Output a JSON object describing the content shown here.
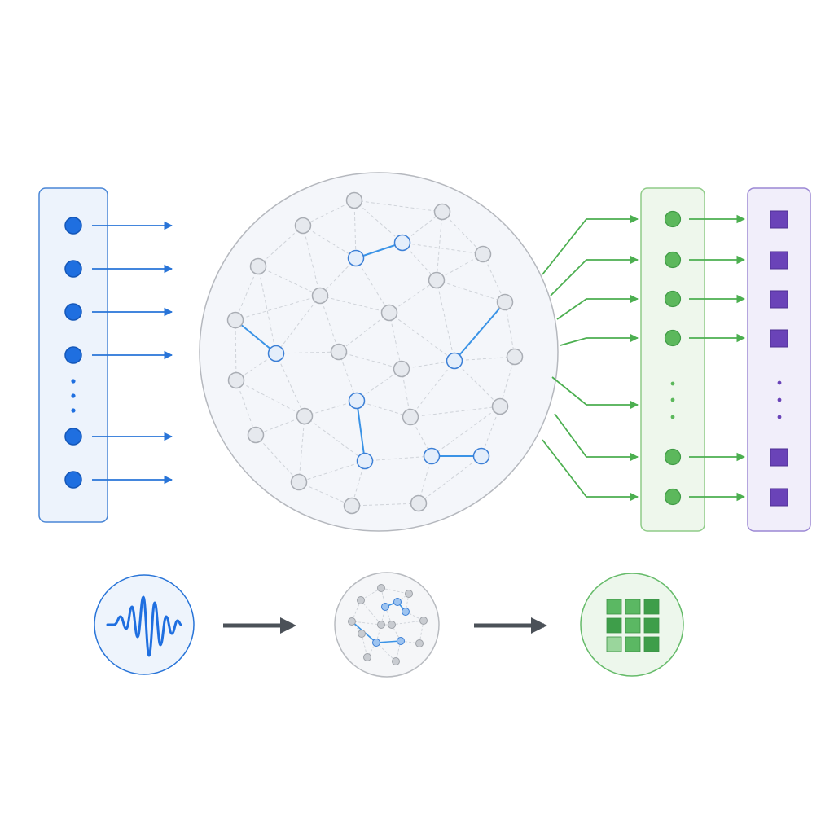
{
  "colors": {
    "background": "#ffffff",
    "input_panel_fill": "#edf3fc",
    "input_panel_stroke": "#4a86d6",
    "input_node": "#1f6fe0",
    "input_node_stroke": "#1557b8",
    "input_arrow": "#2874d8",
    "reservoir_fill": "#f4f6fa",
    "reservoir_stroke": "#b5b8be",
    "reservoir_node_fill": "#e6e9ee",
    "reservoir_node_stroke": "#a9adb4",
    "reservoir_edge": "#cfd3d9",
    "active_node_fill": "#e4eefb",
    "active_node_stroke": "#3b7fd6",
    "active_edge": "#3a93e6",
    "readout_panel_fill": "#eef7ec",
    "readout_panel_stroke": "#8fcc88",
    "readout_node": "#5cb85c",
    "readout_arrow": "#4caf50",
    "output_panel_fill": "#f1eefa",
    "output_panel_stroke": "#9b87d4",
    "output_square": "#6a43b8",
    "output_square_stroke": "#4d2f92",
    "flow_arrow": "#4b5158",
    "signal_stroke": "#1f6fe0",
    "signal_circle_fill": "#eef4fc",
    "mini_reservoir_fill": "#f5f6f8",
    "mini_reservoir_stroke": "#b8bbc0",
    "grid_circle_fill": "#edf7ec",
    "grid_circle_stroke": "#66bb6a",
    "grid_cell_dark": "#3e9e4a",
    "grid_cell_mid": "#5bb863",
    "grid_cell_light": "#9ad69c"
  },
  "icons": {
    "input_node": "filled-circle",
    "reservoir_node": "hollow-circle",
    "readout_node": "filled-circle",
    "output_unit": "filled-square",
    "signal": "waveform-icon",
    "reservoir_mini": "network-icon",
    "output_grid": "grid-icon",
    "ellipsis": "vertical-dots"
  }
}
